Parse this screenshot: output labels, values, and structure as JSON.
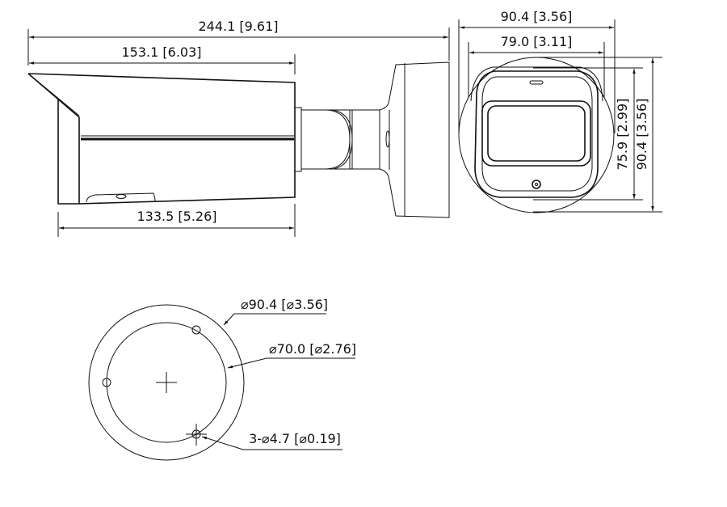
{
  "diagram": {
    "subject": "Bullet camera dimensions",
    "units": "mm [inch]",
    "side_view": {
      "overall_length": "244.1 [9.61]",
      "hood_length": "153.1 [6.03]",
      "body_length": "133.5 [5.26]"
    },
    "front_view": {
      "mount_width": "90.4 [3.56]",
      "body_width": "79.0 [3.11]",
      "body_height": "75.9 [2.99]",
      "mount_height": "90.4 [3.56]"
    },
    "base_view": {
      "outer_diameter": "⌀90.4 [⌀3.56]",
      "hole_circle_diameter": "⌀70.0 [⌀2.76]",
      "mounting_holes": "3-⌀4.7 [⌀0.19]"
    }
  }
}
